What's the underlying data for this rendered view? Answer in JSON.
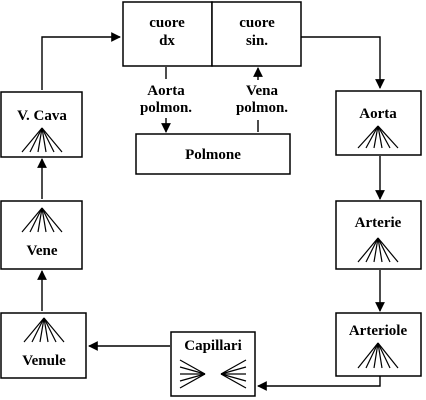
{
  "nodes": {
    "heart_right": {
      "line1": "cuore",
      "line2": "dx"
    },
    "heart_left": {
      "line1": "cuore",
      "line2": "sin."
    },
    "lung": {
      "label": "Polmone"
    },
    "aorta": {
      "label": "Aorta"
    },
    "arteries": {
      "label": "Arterie"
    },
    "arterioles": {
      "label": "Arteriole"
    },
    "capillaries": {
      "label": "Capillari"
    },
    "venules": {
      "label": "Venule"
    },
    "veins": {
      "label": "Vene"
    },
    "vena_cava": {
      "label": "V. Cava"
    }
  },
  "connectors": {
    "pulmonary_artery": {
      "line1": "Aorta",
      "line2": "polmon."
    },
    "pulmonary_vein": {
      "line1": "Vena",
      "line2": "polmon."
    }
  },
  "icons": {
    "branching_fan": "fan-branch-icon",
    "capillary_network": "capillary-bed-icon"
  }
}
